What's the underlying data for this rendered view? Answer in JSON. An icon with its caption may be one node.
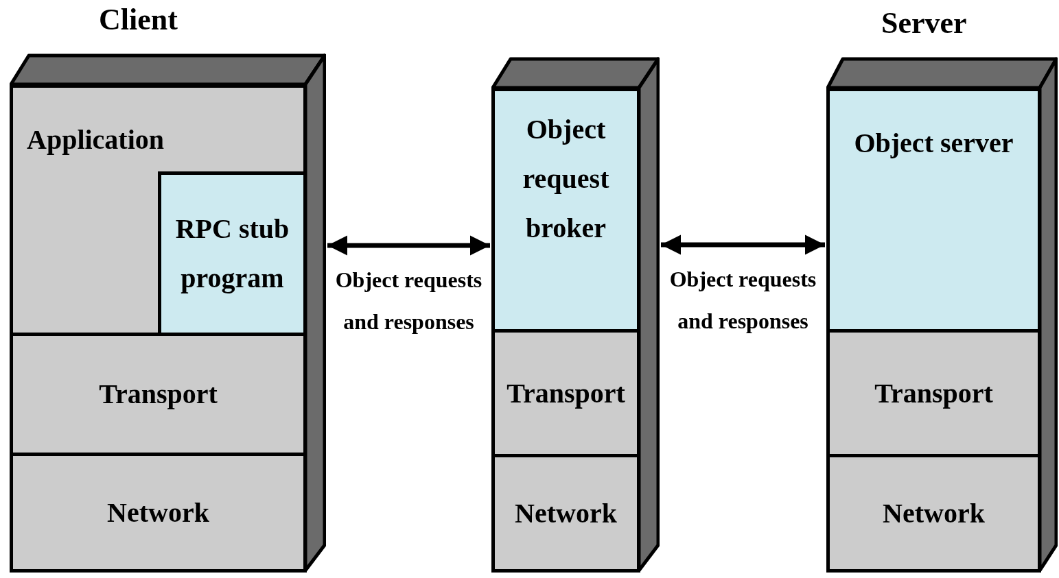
{
  "diagram": {
    "nodes": [
      {
        "text": [
          "Client"
        ]
      },
      {
        "text": [
          "Application"
        ],
        "in": 0
      },
      {
        "text": [
          "RPC stub program"
        ],
        "in": 1
      },
      {
        "text": [
          "Transport"
        ],
        "in": 0
      },
      {
        "text": [
          "Network"
        ],
        "in": 0
      },
      {
        "text": [],
        "shape": "box"
      },
      {
        "text": [
          "Object request broker"
        ],
        "in": 5
      },
      {
        "text": [
          "Transport"
        ],
        "in": 5
      },
      {
        "text": [
          "Network"
        ],
        "in": 5
      },
      {
        "text": [
          "Server"
        ]
      },
      {
        "text": [
          "Object server"
        ],
        "in": 9
      },
      {
        "text": [
          "Transport"
        ],
        "in": 9
      },
      {
        "text": [
          "Network"
        ],
        "in": 9
      }
    ],
    "edges": [
      {
        "from": 2,
        "to": 6,
        "arrow": "both",
        "label": "Object requests and responses"
      },
      {
        "from": 6,
        "to": 10,
        "arrow": "both",
        "label": "Object requests and responses"
      }
    ]
  }
}
